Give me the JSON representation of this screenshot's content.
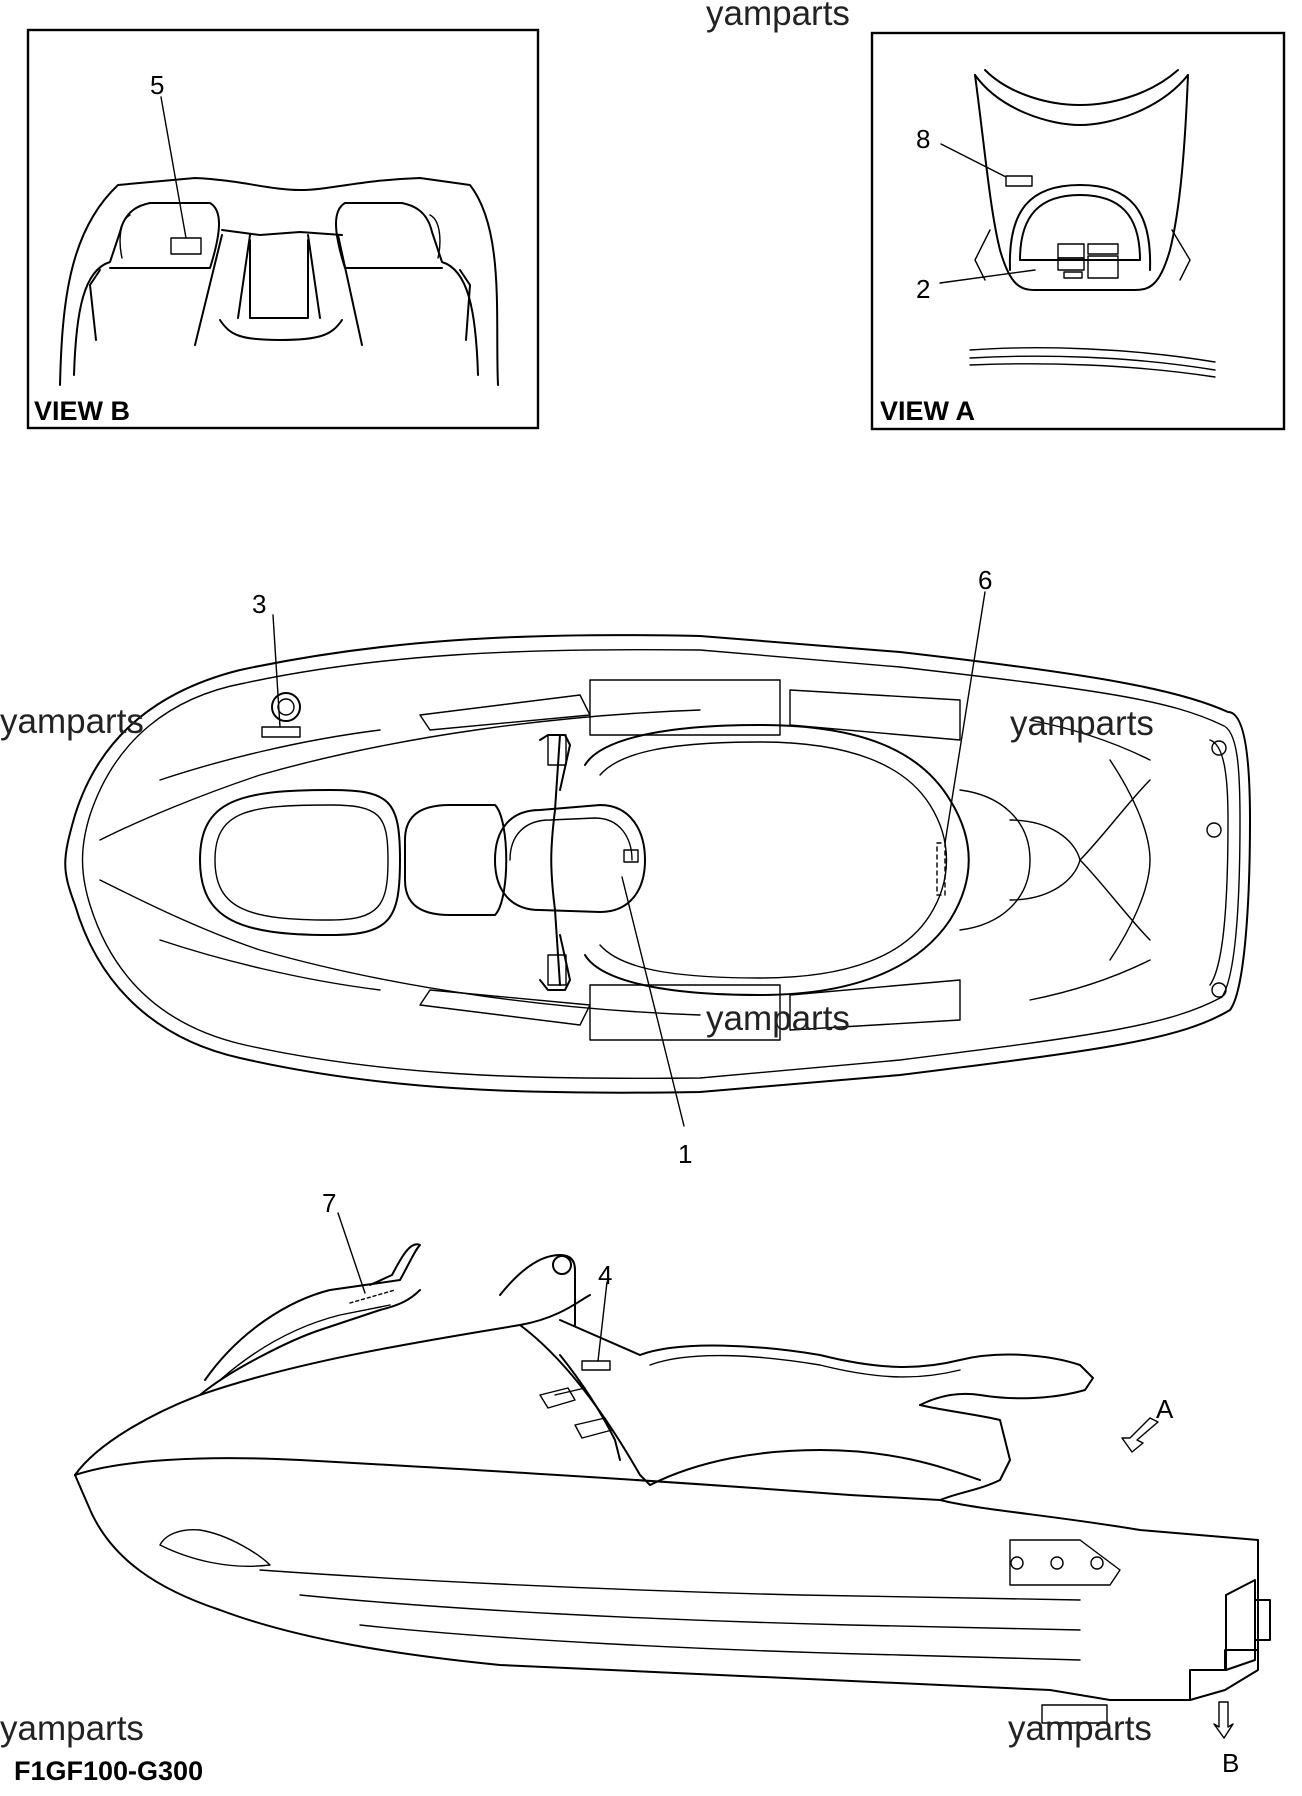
{
  "watermark": "yamparts",
  "views": {
    "view_b": "VIEW B",
    "view_a": "VIEW A"
  },
  "callouts": {
    "c1": "1",
    "c2": "2",
    "c3": "3",
    "c4": "4",
    "c5": "5",
    "c6": "6",
    "c7": "7",
    "c8": "8",
    "arrow_a": "A",
    "arrow_b": "B"
  },
  "diagram_code": "F1GF100-G300"
}
